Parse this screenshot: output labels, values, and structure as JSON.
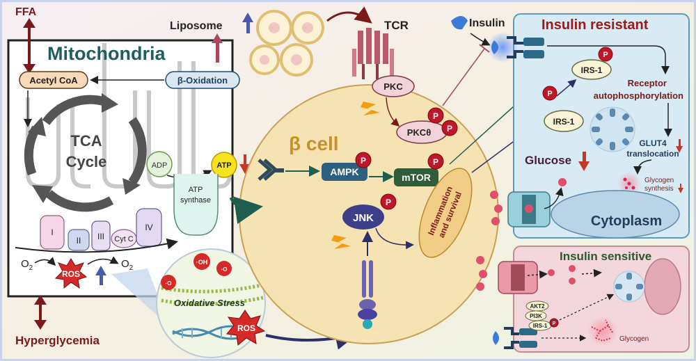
{
  "labels": {
    "ffa": "FFA",
    "mitochondria": "Mitochondria",
    "acetyl_coa": "Acetyl CoA",
    "beta_oxidation": "β-Oxidation",
    "tca_line1": "TCA",
    "tca_line2": "Cycle",
    "adp": "ADP",
    "atp": "ATP",
    "atp_synthase_line1": "ATP",
    "atp_synthase_line2": "synthase",
    "complex_1": "I",
    "complex_2": "II",
    "complex_3": "III",
    "cyt_c": "Cyt C",
    "complex_4": "IV",
    "o2_left": "O",
    "o2_right": "O",
    "o2_sub": "2",
    "ros": "ROS",
    "hyperglycemia": "Hyperglycemia",
    "liposome": "Liposome",
    "tcr": "TCR",
    "pkc": "PKC",
    "pkc_theta": "PKCθ",
    "beta_cell": "β cell",
    "ampk": "AMPK",
    "mtor": "mTOR",
    "jnk": "JNK",
    "inflammation_line1": "Inflammation",
    "inflammation_line2": "and survival",
    "oh_radical": "·OH",
    "o2_radical_1": "·O",
    "o2_radical_2": "·O",
    "oxidative_stress": "Oxidative Stress",
    "ros_stress": "ROS",
    "phospho": "P",
    "insulin": "Insulin",
    "insulin_resistant": "Insulin resistant",
    "irs1": "IRS-1",
    "receptor_line1": "Receptor",
    "receptor_line2": "autophosphorylation",
    "glut4_line1": "GLUT4",
    "glut4_line2": "translocation",
    "glucose": "Glucose",
    "glycogen_synthesis_line1": "Glycogen",
    "glycogen_synthesis_line2": "synthesis",
    "cytoplasm": "Cytoplasm",
    "insulin_sensitive": "Insulin sensitive",
    "akt2": "AKT2",
    "pi3k": "PI3K",
    "irs1_small": "IRS-1",
    "glycogen": "Glycogen"
  },
  "colors": {
    "dark_red": "#7a1a1a",
    "mito_title": "#1f5e5e",
    "beta_cell_fill": "#f6e3b4",
    "beta_cell_text": "#c9902a",
    "ampk_fill": "#2c5f80",
    "mtor_fill": "#2f5d3a",
    "jnk_fill": "#3d3f8a",
    "phospho_fill": "#c0162a",
    "resistant_panel": "#d8ebf5",
    "sensitive_panel": "#f3d7dd",
    "up_arrow_blue": "#4a5aa8",
    "down_arrow_red": "#c0392b"
  },
  "icons": [
    "up-arrow-icon",
    "down-arrow-icon",
    "lightning-icon",
    "phosphate-icon",
    "insulin-molecule-icon",
    "glucose-dot-icon"
  ]
}
